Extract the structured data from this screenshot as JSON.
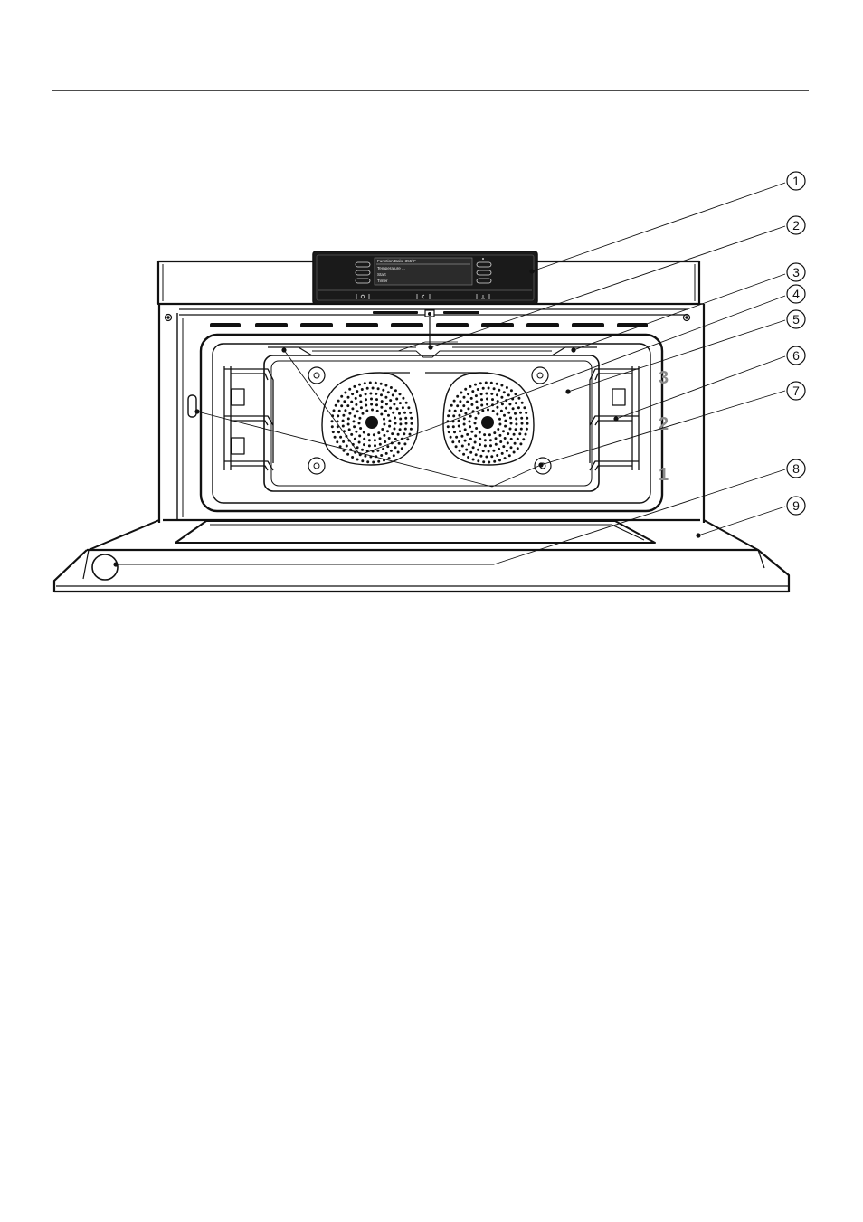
{
  "callouts": [
    "1",
    "2",
    "3",
    "4",
    "5",
    "6",
    "7",
    "8",
    "9"
  ],
  "shelf_levels": [
    "3",
    "2",
    "1"
  ],
  "display": {
    "line1": "Function  Bake  355°F",
    "line2": "Temperature  ...",
    "line3": "Start",
    "line4": "Timer"
  }
}
